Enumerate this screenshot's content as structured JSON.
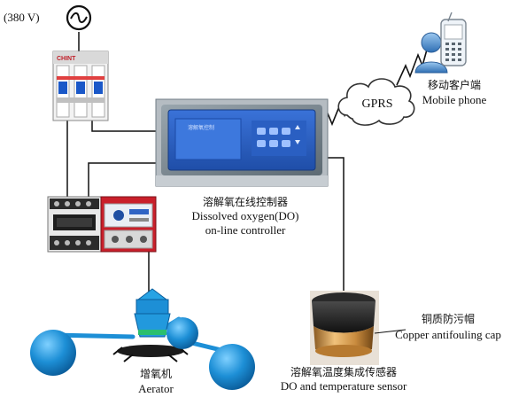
{
  "supply": {
    "voltage_label": "(380 V)",
    "ac_symbol": "~"
  },
  "breaker": {
    "brand_text": "CHINT"
  },
  "controller": {
    "name_zh": "溶解氧在线控制器",
    "name_en_1": "Dissolved oxygen(DO)",
    "name_en_2": "on-line controller"
  },
  "network": {
    "cloud_label": "GPRS"
  },
  "mobile": {
    "name_zh": "移动客户端",
    "name_en": "Mobile phone"
  },
  "cap": {
    "name_zh": "铜质防污帽",
    "name_en": "Copper antifouling cap"
  },
  "sensor": {
    "name_zh": "溶解氧温度集成传感器",
    "name_en": "DO and temperature sensor"
  },
  "aerator": {
    "name_zh": "增氧机",
    "name_en": "Aerator"
  },
  "icons": {
    "ac_source": "ac-source-icon",
    "breaker": "circuit-breaker-icon",
    "contactor": "contactor-icon",
    "relay": "thermal-relay-icon",
    "controller": "do-controller-icon",
    "cloud": "gprs-cloud-icon",
    "lightning": "wireless-lightning-icon",
    "user": "mobile-user-icon",
    "phone": "mobile-phone-icon",
    "sensor": "do-sensor-icon",
    "aerator": "aerator-icon"
  },
  "colors": {
    "wire": "#111111",
    "screen_blue": "#2b5fc4",
    "controller_frame": "#7c8b96",
    "cloud_outline": "#333333",
    "aerator_blue": "#1d8fd6",
    "sensor_copper": "#c98b3e",
    "sensor_black": "#1b1b1b"
  }
}
